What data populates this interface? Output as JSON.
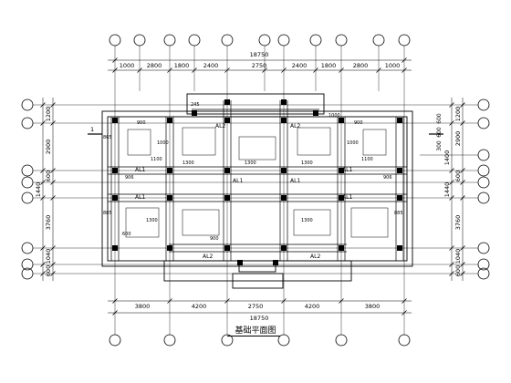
{
  "title": "基础平面图",
  "dimensions": {
    "top_total": "18750",
    "top_segments": [
      "1000",
      "2800",
      "1800",
      "2400",
      "2750",
      "2400",
      "1800",
      "2800",
      "1000"
    ],
    "bottom_total": "18750",
    "bottom_segments": [
      "3800",
      "4200",
      "2750",
      "4200",
      "3800"
    ],
    "left_segments": [
      "1200",
      "2900",
      "600",
      "1440",
      "3760",
      "1040",
      "600"
    ],
    "right_segments": [
      "1200",
      "2900",
      "1400",
      "600",
      "1440",
      "3760",
      "1040",
      "600"
    ],
    "right_small_stack": [
      "600",
      "600",
      "300"
    ]
  },
  "beam_labels": [
    "AL1",
    "AL1",
    "AL1",
    "AL1",
    "AL1",
    "AL1",
    "AL2",
    "AL2",
    "AL2",
    "AL2"
  ],
  "note_marks": [
    "900",
    "1000",
    "1300",
    "1100",
    "906",
    "600",
    "865",
    "885",
    "245",
    "1000",
    "1300",
    "900",
    "1100",
    "1300",
    "906",
    "885",
    "1000",
    "1300",
    "900",
    "1300"
  ],
  "section_mark": "1"
}
